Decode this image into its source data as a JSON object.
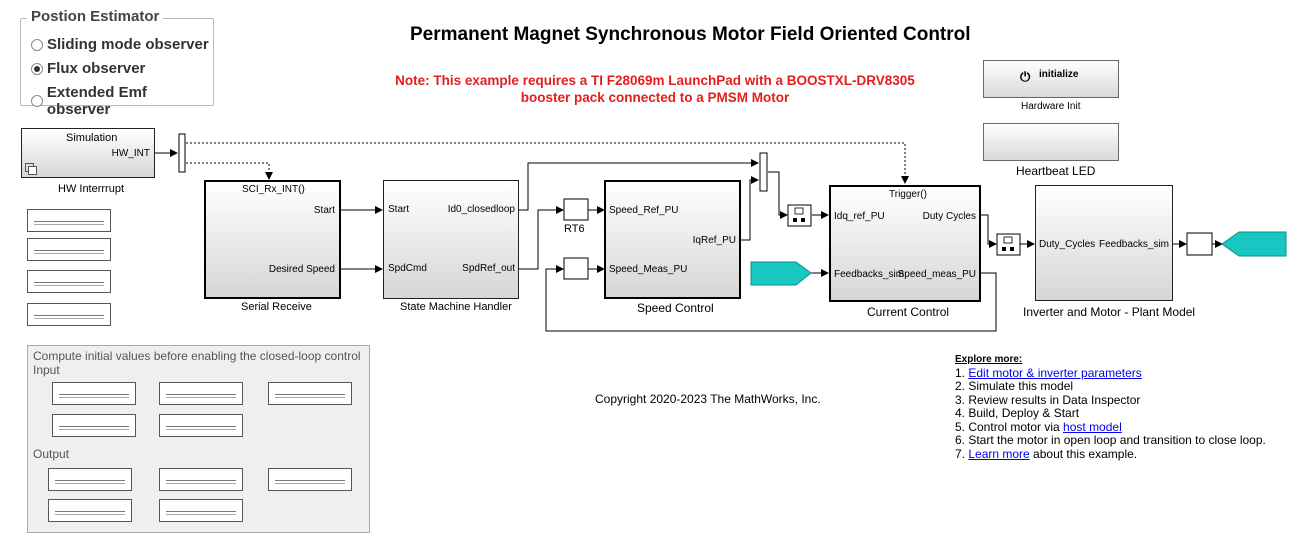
{
  "estimator": {
    "legend": "Postion Estimator",
    "options": [
      "Sliding mode observer",
      "Flux observer",
      "Extended Emf observer"
    ],
    "selected": "Flux observer"
  },
  "title": "Permanent Magnet Synchronous Motor Field Oriented Control",
  "note": "Note: This example requires a TI F28069m LaunchPad with a BOOSTXL-DRV8305 booster pack connected to a PMSM Motor",
  "hw_interrupt": {
    "inside": "Simulation",
    "port": "HW_INT",
    "caption": "HW Interrrupt"
  },
  "serial_receive": {
    "trigger": "SCI_Rx_INT()",
    "out1": "Start",
    "out2": "Desired Speed",
    "caption": "Serial Receive"
  },
  "state_machine": {
    "in1": "Start",
    "in2": "SpdCmd",
    "out1": "Id0_closedloop",
    "out2": "SpdRef_out",
    "caption": "State Machine Handler"
  },
  "rt6": "RT6",
  "speed_control": {
    "in1": "Speed_Ref_PU",
    "in2": "Speed_Meas_PU",
    "out": "IqRef_PU",
    "caption": "Speed Control"
  },
  "current_control": {
    "trigger": "Trigger()",
    "in1": "Idq_ref_PU",
    "in2": "Feedbacks_sim",
    "out1": "Duty Cycles",
    "out2": "Speed_meas_PU",
    "caption": "Current Control"
  },
  "plant": {
    "in": "Duty_Cycles",
    "out": "Feedbacks_sim",
    "caption": "Inverter and Motor - Plant Model"
  },
  "hardware_init": {
    "button": "initialize",
    "caption": "Hardware Init"
  },
  "heartbeat": {
    "caption": "Heartbeat LED"
  },
  "panel": {
    "heading": "Compute initial values before enabling the closed-loop control",
    "input": "Input",
    "output": "Output"
  },
  "copyright": "Copyright 2020-2023 The MathWorks, Inc.",
  "explore": {
    "heading": "Explore more:",
    "items": [
      {
        "pre": "1. ",
        "link": "Edit motor & inverter parameters",
        "post": ""
      },
      {
        "pre": "2. Simulate this model",
        "link": "",
        "post": ""
      },
      {
        "pre": "3. Review results in Data Inspector",
        "link": "",
        "post": ""
      },
      {
        "pre": "4. Build, Deploy & Start",
        "link": "",
        "post": ""
      },
      {
        "pre": "5. Control motor via ",
        "link": "host model",
        "post": ""
      },
      {
        "pre": "6. Start the motor in open loop and transition to close loop.",
        "link": "",
        "post": ""
      },
      {
        "pre": "7. ",
        "link": "Learn more",
        "post": " about this example."
      }
    ]
  },
  "colors": {
    "note": "#e41d1d",
    "goto_tag": "#19c7c2",
    "link": "#0000ee"
  }
}
